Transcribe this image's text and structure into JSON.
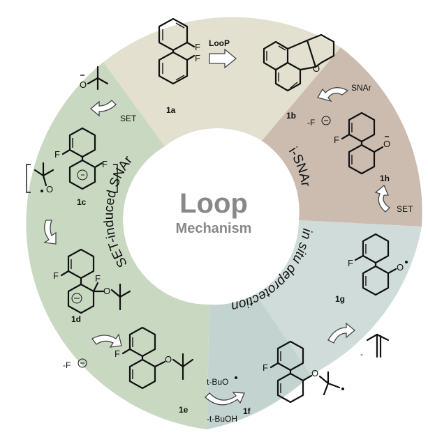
{
  "center": {
    "title": "Loop",
    "subtitle": "Mechanism"
  },
  "arc_labels": {
    "left": "SET-induced SNAr",
    "right_top": "i-SNAr",
    "right_bottom": "in situ deprotection"
  },
  "compounds": [
    "1a",
    "1b",
    "1h",
    "1g",
    "1f",
    "1e",
    "1d",
    "1c"
  ],
  "reagents": {
    "loop": "LooP",
    "snar": "SNAr",
    "fluoride": "-F",
    "set": "SET",
    "tbuo_radical": "t-BuO",
    "tbuoh": "-t-BuOH",
    "minus": "-"
  },
  "atoms": {
    "F": "F",
    "O": "O",
    "Ominus": "O"
  },
  "colors": {
    "seg_top": "#e3e0cf",
    "seg_right_top": "#ccbcb0",
    "seg_right_bottom": "#cfdcda",
    "seg_bottom": "#c3d4d0",
    "seg_left": "#c9d8c0",
    "center": "#ffffff",
    "title": "#888888"
  }
}
